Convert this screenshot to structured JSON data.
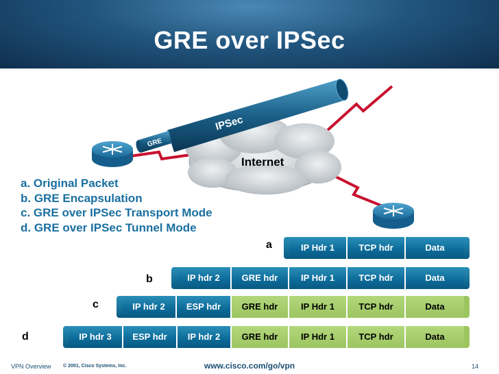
{
  "title": "GRE over IPSec",
  "network": {
    "internet_label": "Internet",
    "tunnel_outer_label": "IPSec",
    "tunnel_inner_label": "GRE"
  },
  "legend": [
    "a. Original Packet",
    "b. GRE Encapsulation",
    "c. GRE over IPSec Transport Mode",
    "d. GRE over IPSec Tunnel Mode"
  ],
  "packets": {
    "a": {
      "label": "a",
      "cells": [
        "IP Hdr 1",
        "TCP hdr",
        "Data"
      ]
    },
    "b": {
      "label": "b",
      "cells": [
        "IP hdr 2",
        "GRE hdr",
        "IP Hdr 1",
        "TCP hdr",
        "Data"
      ]
    },
    "c": {
      "label": "c",
      "cells": [
        "IP hdr 2",
        "ESP hdr",
        "GRE hdr",
        "IP Hdr 1",
        "TCP hdr",
        "Data"
      ]
    },
    "d": {
      "label": "d",
      "cells": [
        "IP hdr 3",
        "ESP hdr",
        "IP hdr 2",
        "GRE hdr",
        "IP Hdr 1",
        "TCP hdr",
        "Data"
      ]
    }
  },
  "colors": {
    "header_blue": "#0c6a98",
    "encrypted_green": "#9cc560",
    "banner": "#21557e",
    "legend_text": "#1a6fa0",
    "link_red": "#c8102e"
  },
  "footer": {
    "section": "VPN Overview",
    "copyright": "© 2001, Cisco Systems, Inc.",
    "url": "www.cisco.com/go/vpn",
    "page": "14"
  }
}
